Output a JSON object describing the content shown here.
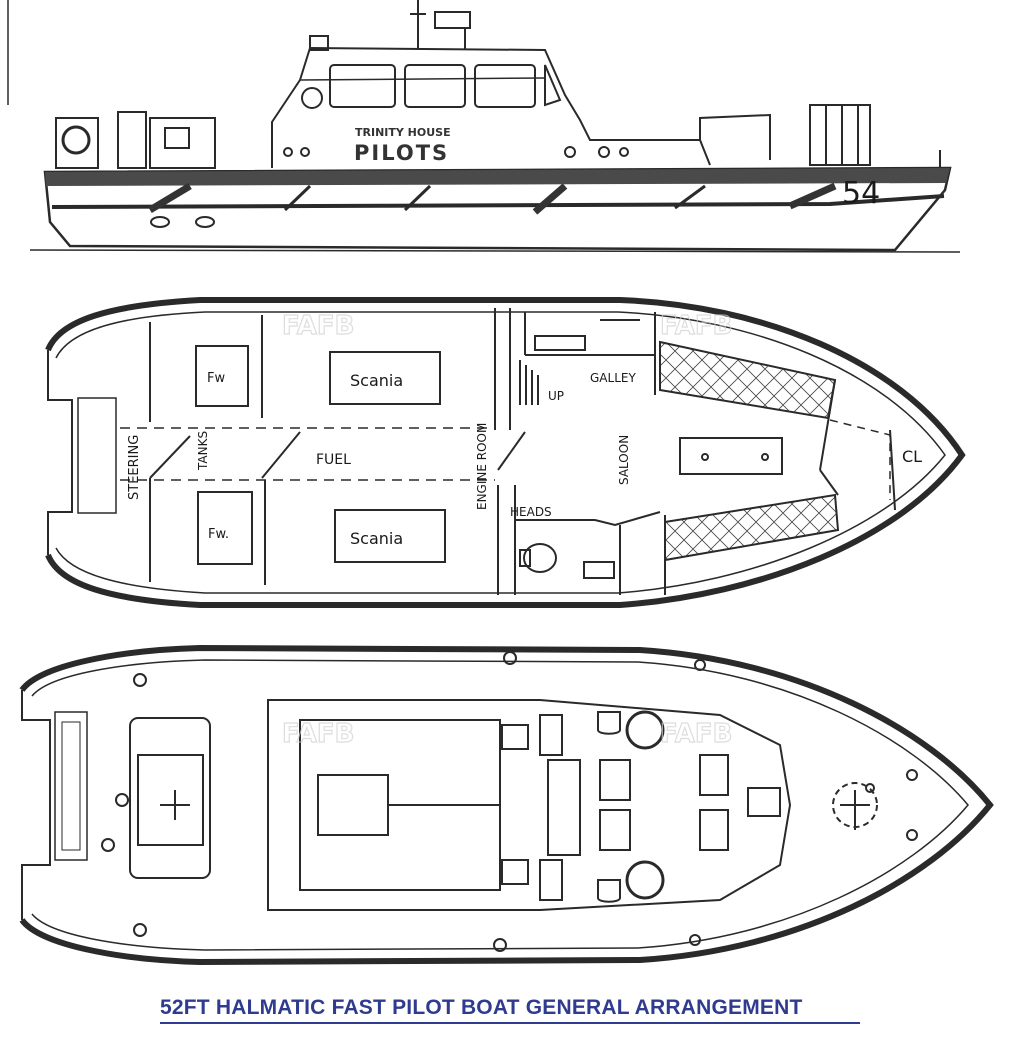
{
  "profile": {
    "house_name": "TRINITY HOUSE",
    "service_name": "PILOTS",
    "hull_number": "54"
  },
  "lower_deck_labels": {
    "fw_port": "Fw",
    "fw_starboard": "Fw.",
    "engine_port": "Scania",
    "engine_starboard": "Scania",
    "steering": "STEERING",
    "tanks": "TANKS",
    "fuel": "FUEL",
    "engine_room": "ENGINE ROOM",
    "up": "UP",
    "galley": "GALLEY",
    "saloon": "SALOON",
    "heads": "HEADS",
    "centreline": "CL"
  },
  "watermark": "FAFB",
  "caption": "52FT HALMATIC FAST PILOT BOAT GENERAL ARRANGEMENT"
}
